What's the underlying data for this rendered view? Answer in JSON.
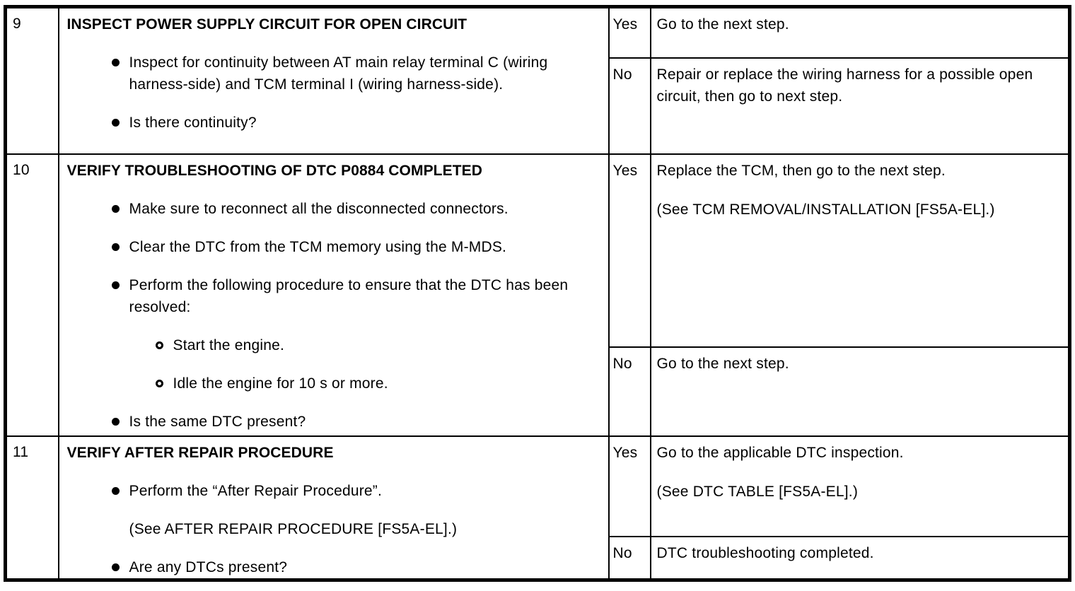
{
  "colors": {
    "text": "#000000",
    "background": "#ffffff",
    "border": "#000000"
  },
  "table": {
    "rows": [
      {
        "step": "9",
        "title": "INSPECT POWER SUPPLY CIRCUIT FOR OPEN CIRCUIT",
        "items": [
          {
            "level": 1,
            "text": "Inspect for continuity between AT main relay terminal C (wiring harness-side) and TCM terminal I (wiring harness-side)."
          },
          {
            "level": 1,
            "text": "Is there continuity?"
          }
        ],
        "yes_label": "Yes",
        "yes_action": [
          "Go to the next step."
        ],
        "no_label": "No",
        "no_action": [
          "Repair or replace the wiring harness for a possible open circuit, then go to next step."
        ]
      },
      {
        "step": "10",
        "title": "VERIFY TROUBLESHOOTING OF DTC P0884 COMPLETED",
        "items": [
          {
            "level": 1,
            "text": "Make sure to reconnect all the disconnected connectors."
          },
          {
            "level": 1,
            "text": "Clear the DTC from the TCM memory using the M-MDS."
          },
          {
            "level": 1,
            "text": "Perform the following procedure to ensure that the DTC has been resolved:"
          },
          {
            "level": 2,
            "text": "Start the engine."
          },
          {
            "level": 2,
            "text": "Idle the engine for 10 s or more."
          },
          {
            "level": 1,
            "text": "Is the same DTC present?"
          }
        ],
        "yes_label": "Yes",
        "yes_action": [
          "Replace the TCM, then go to the next step.",
          "(See TCM REMOVAL/INSTALLATION [FS5A-EL].)"
        ],
        "no_label": "No",
        "no_action": [
          "Go to the next step."
        ]
      },
      {
        "step": "11",
        "title": "VERIFY AFTER REPAIR PROCEDURE",
        "items": [
          {
            "level": 1,
            "text": "Perform the “After Repair Procedure”."
          },
          {
            "level": 0,
            "text": "(See AFTER REPAIR PROCEDURE [FS5A-EL].)"
          },
          {
            "level": 1,
            "text": "Are any DTCs present?"
          }
        ],
        "yes_label": "Yes",
        "yes_action": [
          "Go to the applicable DTC inspection.",
          "(See DTC TABLE [FS5A-EL].)"
        ],
        "no_label": "No",
        "no_action": [
          "DTC troubleshooting completed."
        ]
      }
    ]
  }
}
